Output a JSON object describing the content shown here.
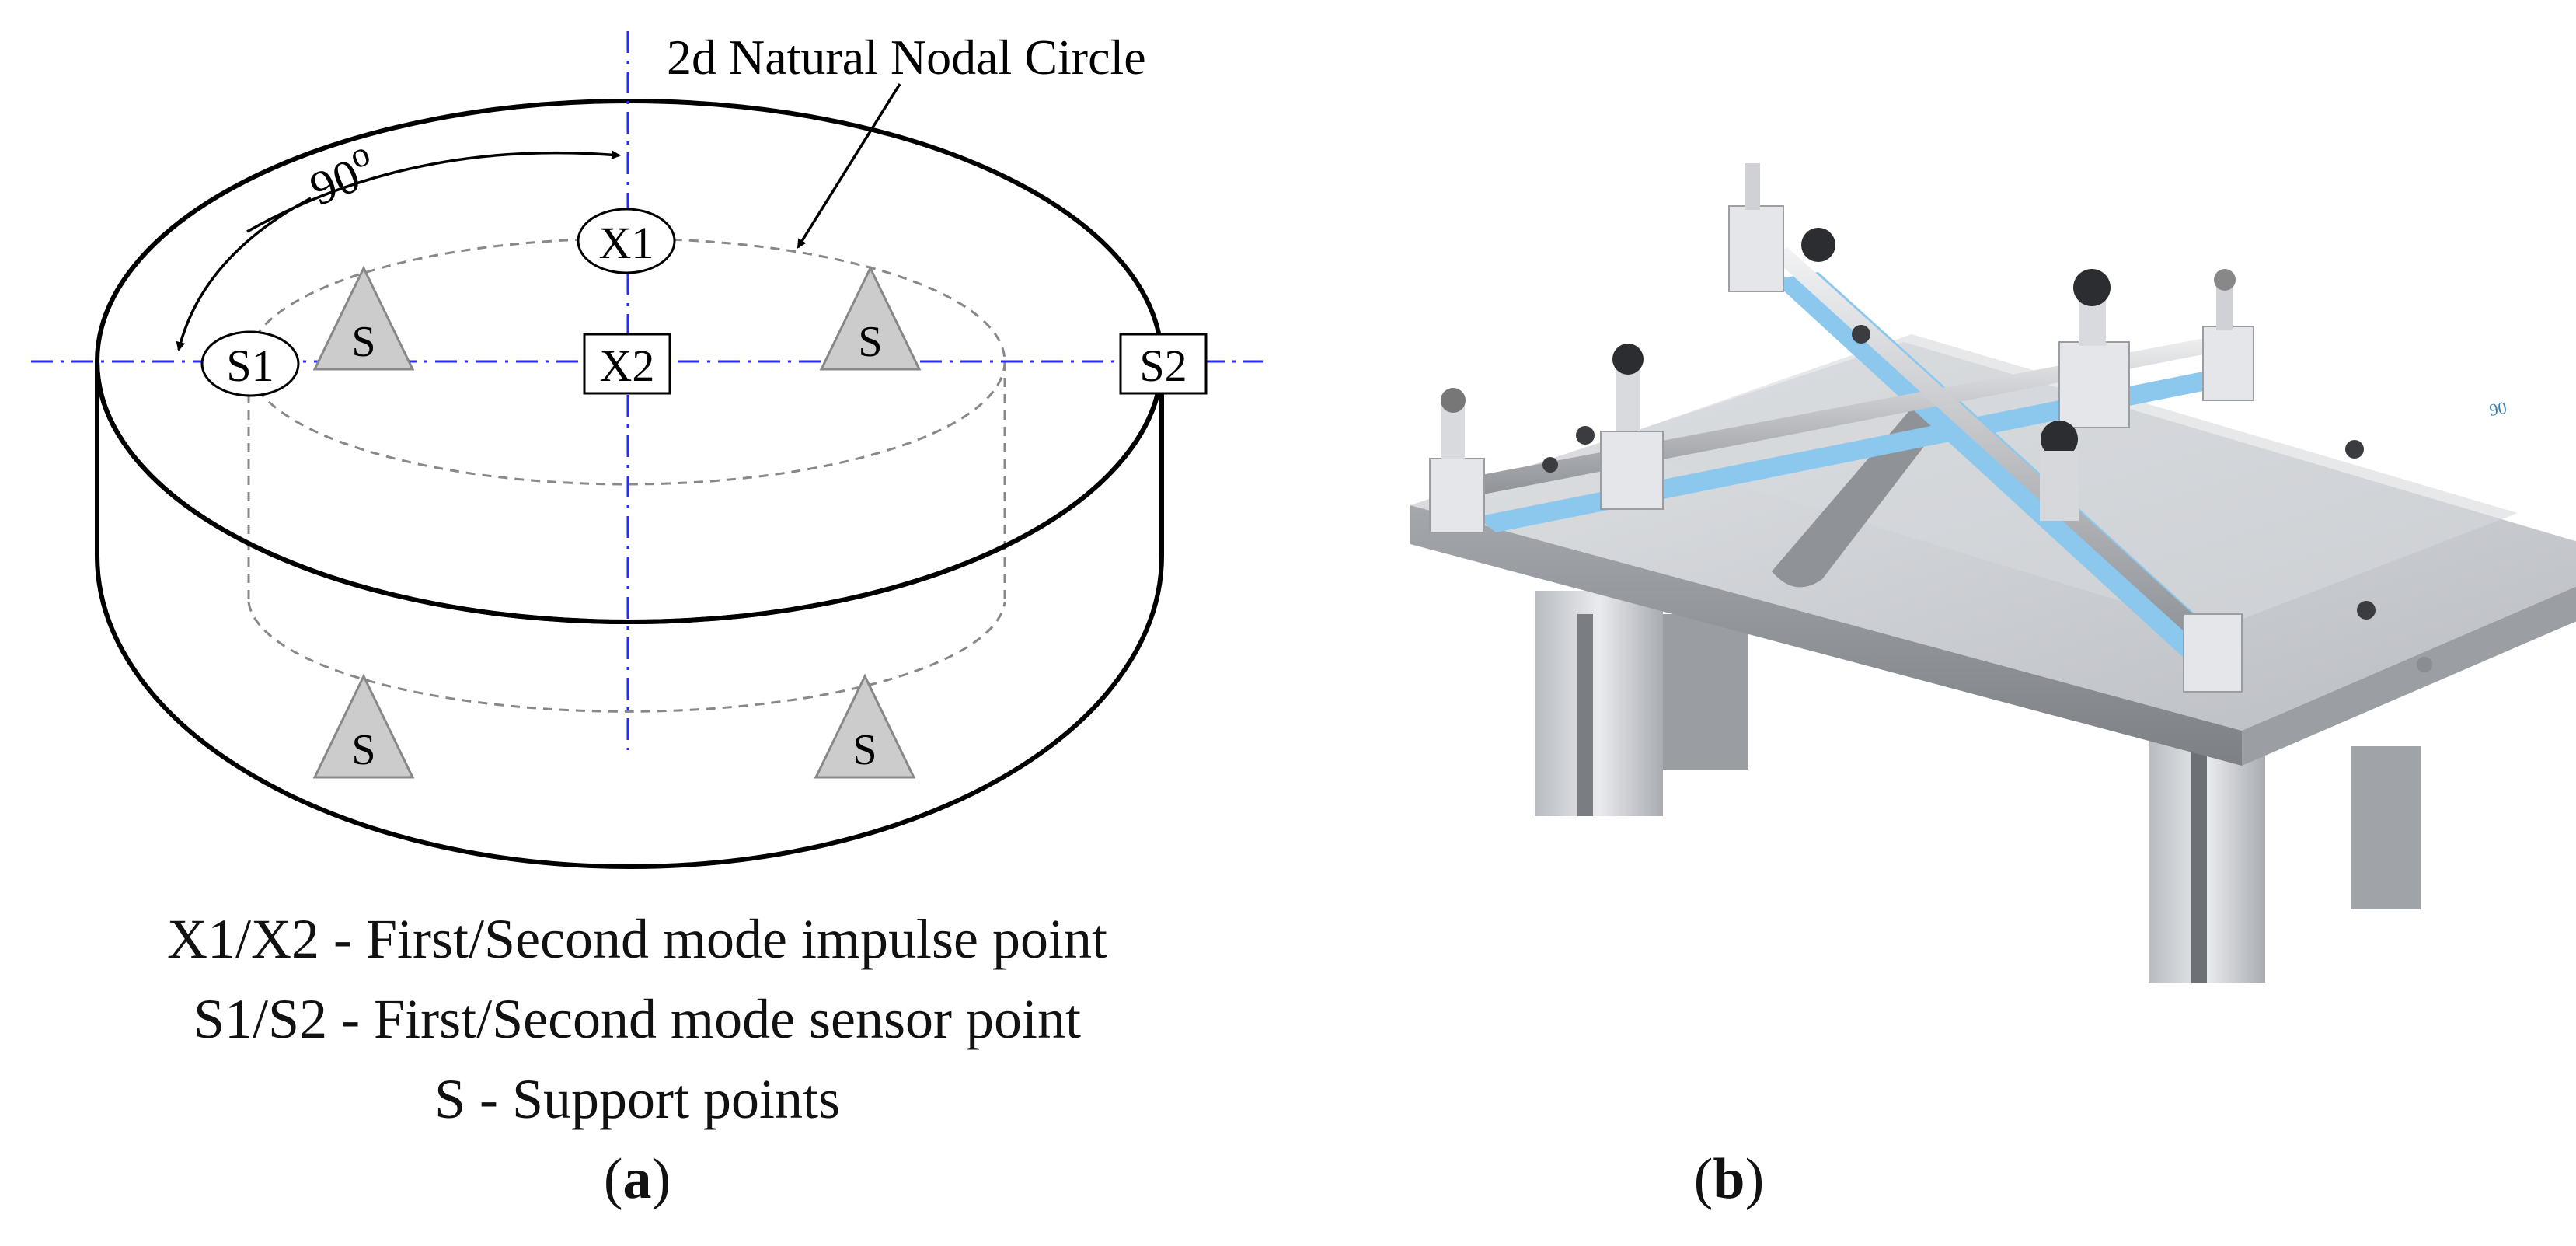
{
  "panel_a": {
    "title_annotation": "2d Natural Nodal Circle",
    "angle_label": "90",
    "angle_unit": "o",
    "markers": {
      "x1": "X1",
      "x2": "X2",
      "s1": "S1",
      "s2": "S2",
      "support": "S"
    },
    "legend": [
      "X1/X2 - First/Second mode impulse point",
      "S1/S2 - First/Second mode sensor point",
      "S - Support points"
    ],
    "caption": {
      "open": "(",
      "letter": "a",
      "close": ")"
    }
  },
  "panel_b": {
    "caption": {
      "open": "(",
      "letter": "b",
      "close": ")"
    },
    "ruler_mark": "90"
  },
  "colors": {
    "axis": "#2a2aff",
    "support_fill": "#cccccc",
    "outline": "#000000",
    "dashed": "#888888",
    "plate": "#c9ccd0",
    "ruler": "#8cc8ee"
  }
}
